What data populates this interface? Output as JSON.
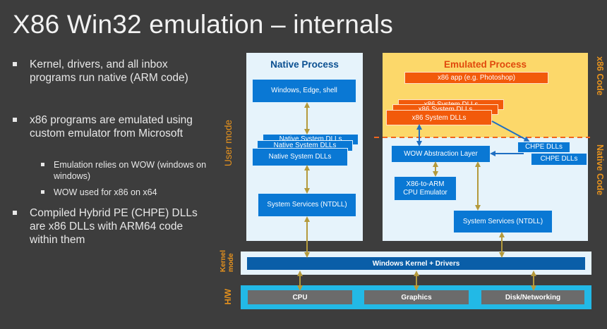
{
  "title": "X86 Win32 emulation – internals",
  "bullets": [
    {
      "level": 1,
      "text": "Kernel, drivers, and all inbox programs run native (ARM code)"
    },
    {
      "level": 1,
      "text": "x86 programs are emulated using custom emulator from Microsoft"
    },
    {
      "level": 2,
      "text": "Emulation relies on WOW (windows on windows)"
    },
    {
      "level": 2,
      "text": "WOW used for x86 on x64"
    },
    {
      "level": 1,
      "text": "Compiled Hybrid PE (CHPE) DLLs are x86 DLLs with ARM64 code within them"
    }
  ],
  "native": {
    "title": "Native Process",
    "shell": "Windows, Edge, shell",
    "dlls": [
      "Native System DLLs",
      "Native System DLLs",
      "Native System DLLs"
    ],
    "services": "System Services (NTDLL)"
  },
  "emulated": {
    "title": "Emulated Process",
    "app": "x86 app (e.g. Photoshop)",
    "dlls": [
      "x86 System DLLs",
      "x86 System DLLs",
      "x86 System DLLs"
    ],
    "wow": "WOW Abstraction Layer",
    "chpe": [
      "CHPE DLLs",
      "CHPE DLLs"
    ],
    "emulator_line1": "X86-to-ARM",
    "emulator_line2": "CPU Emulator",
    "services": "System Services (NTDLL)"
  },
  "labels": {
    "user_mode": "User mode",
    "kernel_mode_line1": "Kernel",
    "kernel_mode_line2": "mode",
    "hw": "H/W",
    "x86_code": "x86 Code",
    "native_code": "Native Code"
  },
  "kernel": "Windows Kernel + Drivers",
  "hardware": [
    "CPU",
    "Graphics",
    "Disk/Networking"
  ],
  "colors": {
    "background": "#3d3d3d",
    "native_blue": "#0a78d4",
    "x86_orange": "#f25a0b",
    "x86_zone": "#fcd86a",
    "label_orange": "#e8931d",
    "hw_band": "#22b9e6",
    "arrow": "#b49a3c"
  }
}
